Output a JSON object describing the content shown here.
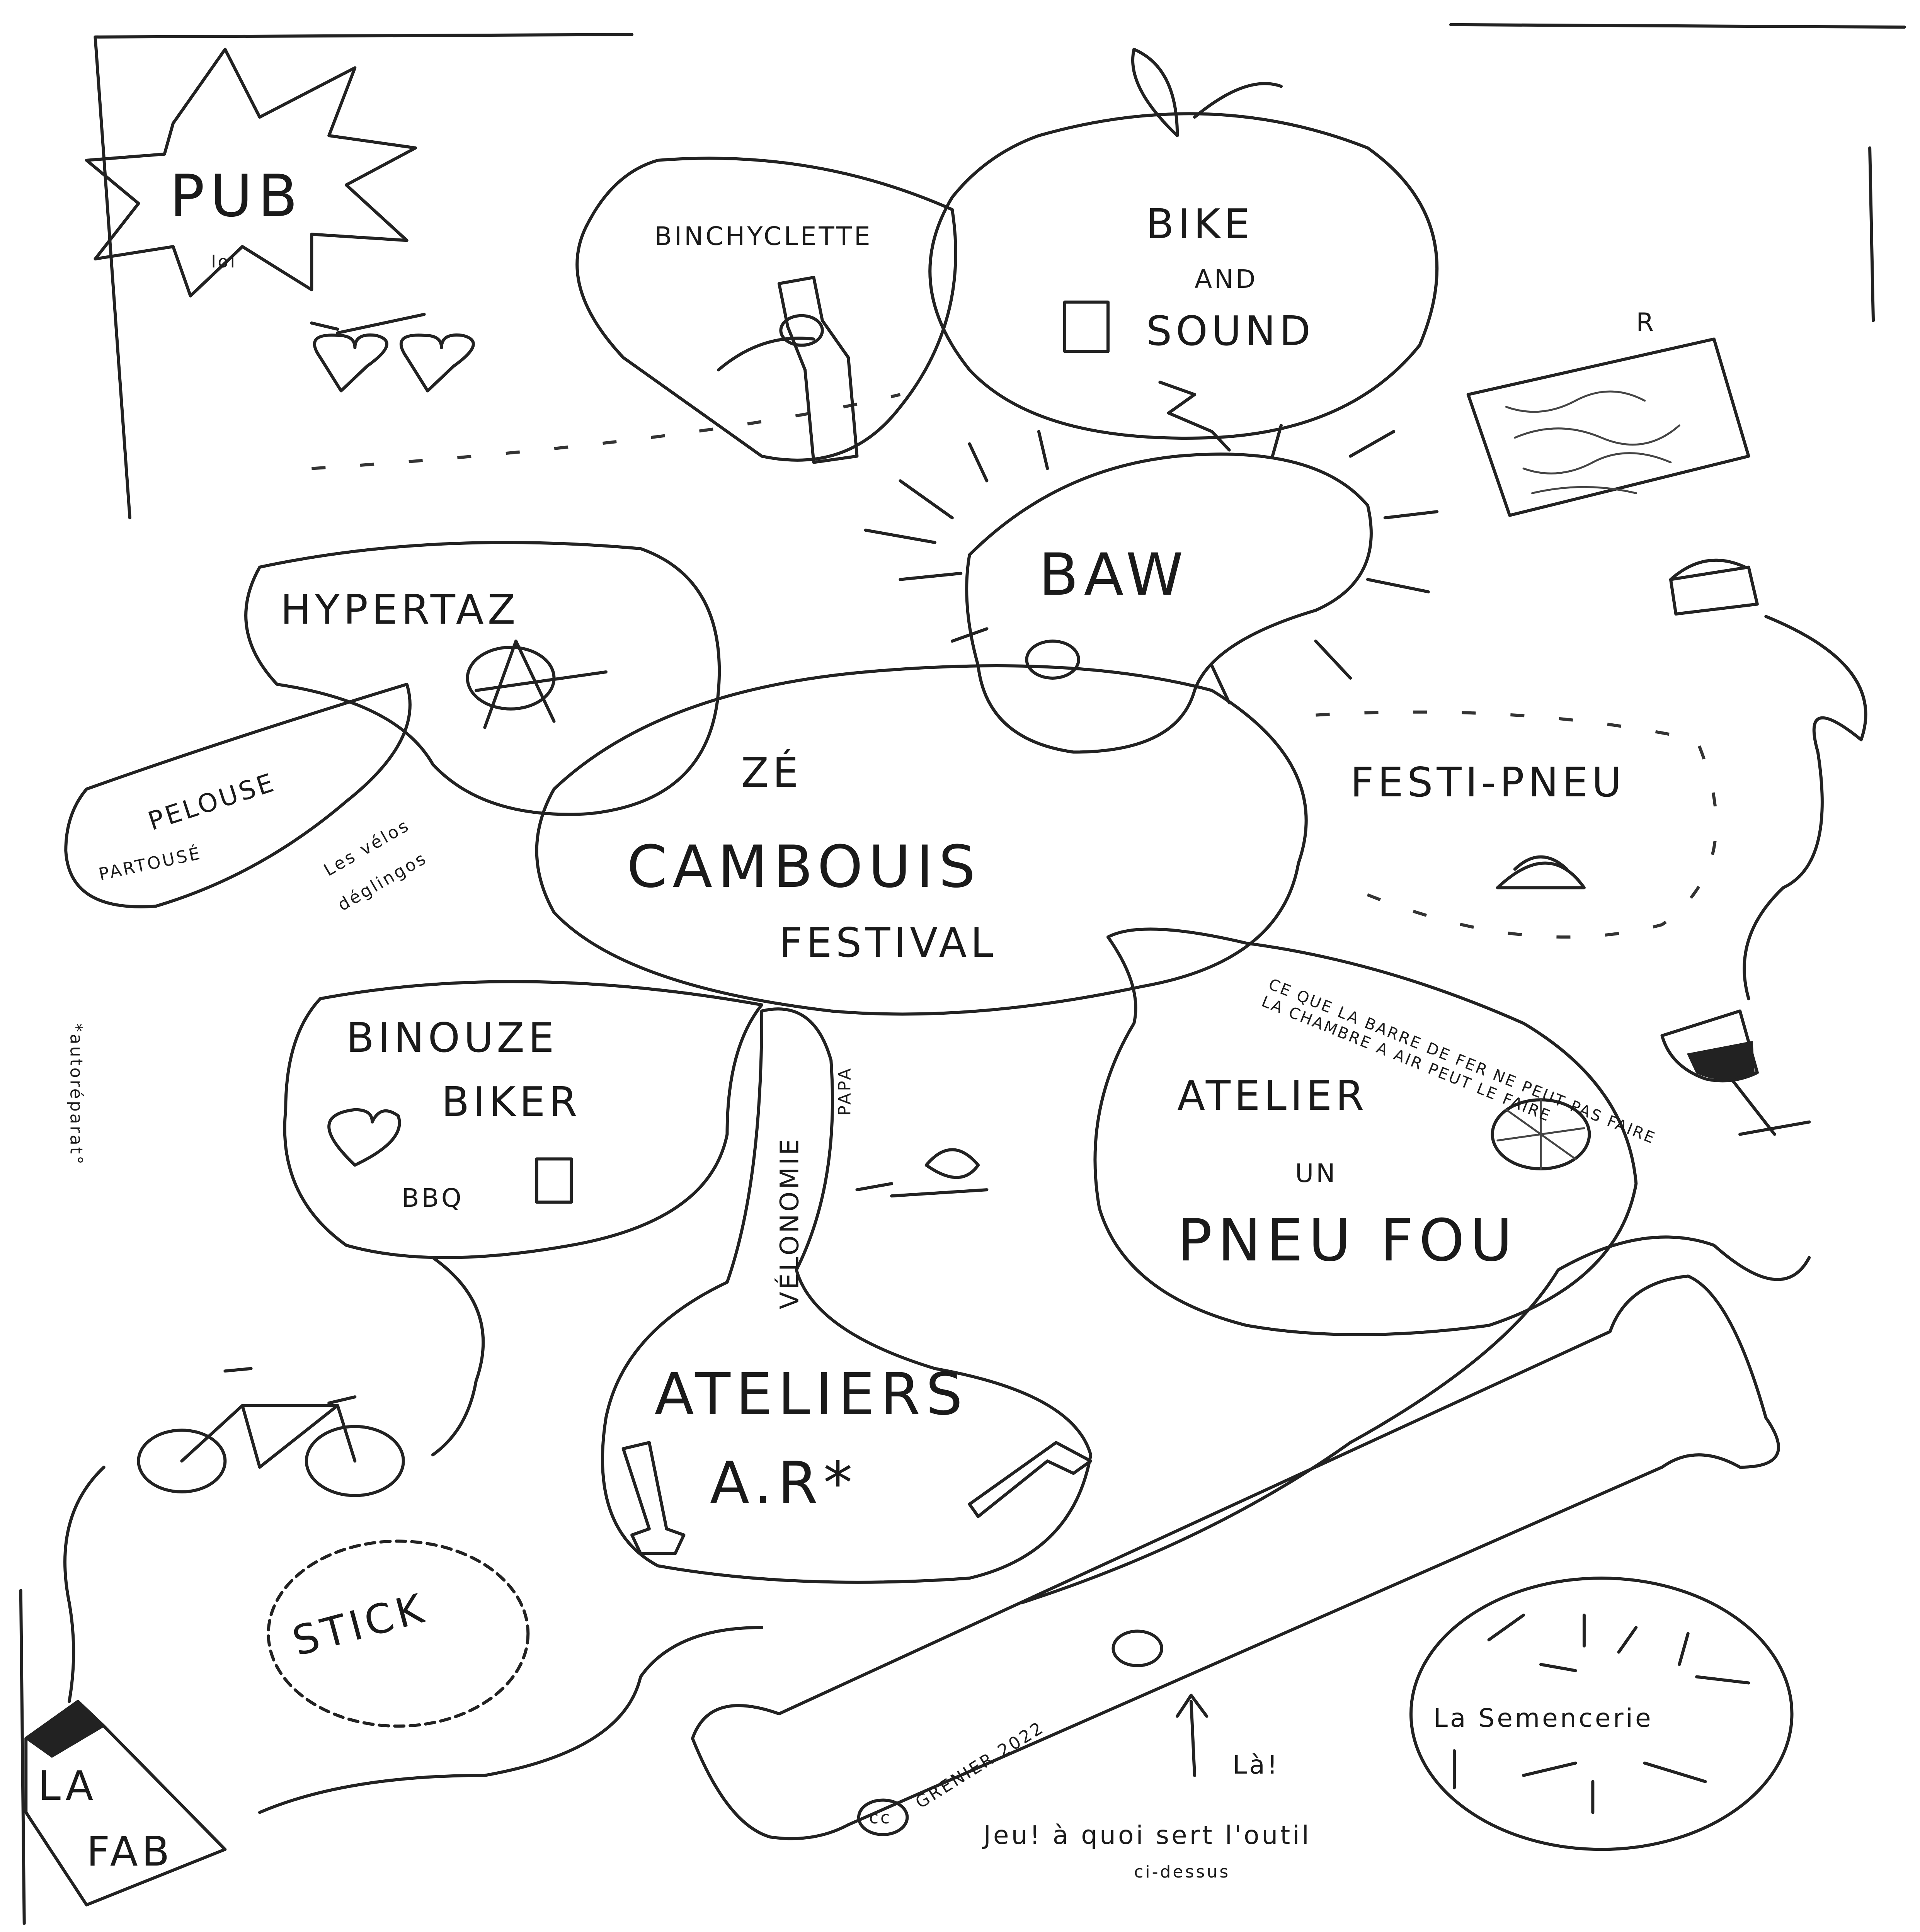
{
  "map": {
    "pub": {
      "label": "PUB",
      "sub": "lol"
    },
    "binchyclette": "BINCHYCLETTE",
    "bike_and_sound": {
      "line1": "BIKE",
      "line2": "AND",
      "line3": "SOUND"
    },
    "maze_label": "R",
    "baw": "BAW",
    "hypertaz": "HYPERTAZ",
    "pelouse": {
      "line1": "PELOUSE",
      "line2": "PARTOUSÉ"
    },
    "velos_deglingos": {
      "line1": "Les vélos",
      "line2": "déglingos"
    },
    "cambouis": {
      "line1": "ZÉ",
      "line2": "CAMBOUIS",
      "line3": "FESTIVAL"
    },
    "festi_pneu": "FESTI-PNEU",
    "binouze": {
      "line1": "BINOUZE",
      "line2": "BIKER",
      "bbq": "BBQ"
    },
    "velonomie": {
      "label": "VÉLONOMIE",
      "sub": "PAPA"
    },
    "atelier_pneu_fou": {
      "line1": "ATELIER",
      "line2": "UN",
      "line3": "PNEU FOU",
      "ring_text": "CE QUE LA BARRE DE FER NE PEUT PAS FAIRE LA CHAMBRE A AIR PEUT LE FAIRE"
    },
    "ateliers_ar": {
      "line1": "ATELIERS",
      "line2": "A.R*"
    },
    "footnote": "*autoréparat°",
    "stick": "STICK",
    "la_fab": {
      "line1": "LA",
      "line2": "FAB"
    },
    "semencerie": "La Semencerie",
    "credit": "GRENIER 2022",
    "credit_badge": "cc",
    "la": "Là!",
    "game": {
      "line1": "Jeu! à quoi sert l'outil",
      "line2": "ci-dessus"
    }
  },
  "colors": {
    "ink": "#222222",
    "paper": "#ffffff"
  }
}
